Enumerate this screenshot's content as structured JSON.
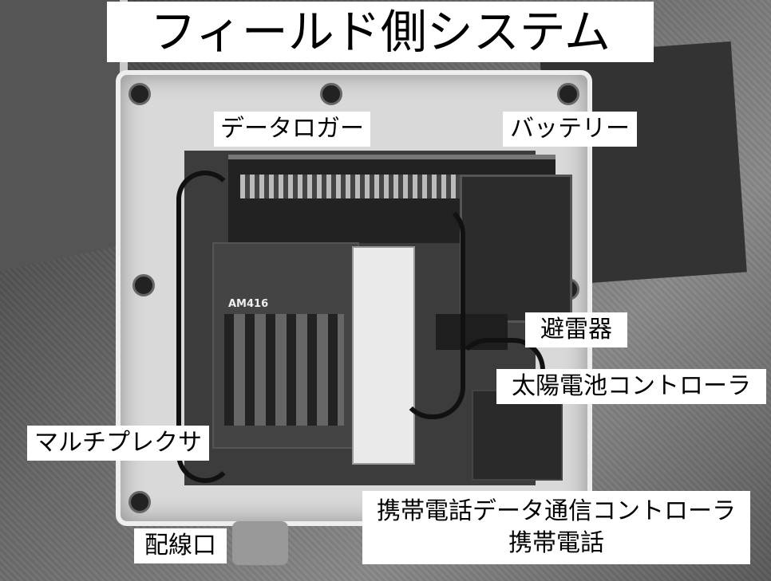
{
  "title": "フィールド側システム",
  "photo": {
    "device_marking": "AM416"
  },
  "labels": {
    "data_logger": "データロガー",
    "battery": "バッテリー",
    "lightning_arrester": "避雷器",
    "solar_controller": "太陽電池コントローラ",
    "multiplexer": "マルチプレクサ",
    "wiring_port": "配線口",
    "phone_controller": "携帯電話データ通信コントローラ",
    "mobile_phone": "携帯電話"
  }
}
